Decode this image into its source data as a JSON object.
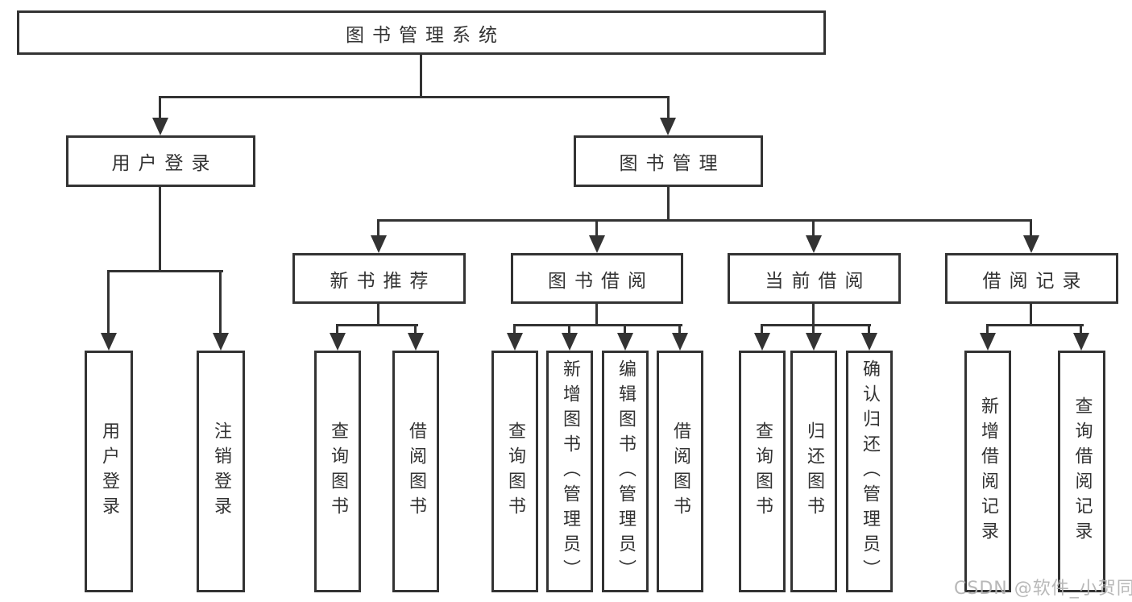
{
  "diagram": {
    "title": "图书管理系统",
    "root": {
      "label": "图书管理系统"
    },
    "level2": [
      {
        "label": "用户登录"
      },
      {
        "label": "图书管理"
      }
    ],
    "level3": [
      {
        "label": "新书推荐"
      },
      {
        "label": "图书借阅"
      },
      {
        "label": "当前借阅"
      },
      {
        "label": "借阅记录"
      }
    ],
    "leaves": {
      "user_login": [
        "用户登录",
        "注销登录"
      ],
      "new_books": [
        "查询图书",
        "借阅图书"
      ],
      "book_borrow": [
        "查询图书",
        "新增图书（管理员）",
        "编辑图书（管理员）",
        "借阅图书"
      ],
      "current_borrow": [
        "查询图书",
        "归还图书",
        "确认归还（管理员）"
      ],
      "borrow_records": [
        "新增借阅记录",
        "查询借阅记录"
      ]
    }
  },
  "watermark": {
    "text": "CSDN @软件_小贺同学",
    "color": "#b2b2b2"
  },
  "colors": {
    "line": "#333333",
    "box_border": "#333333",
    "box_fill": "#ffffff",
    "text": "#333333",
    "background": "#ffffff"
  }
}
